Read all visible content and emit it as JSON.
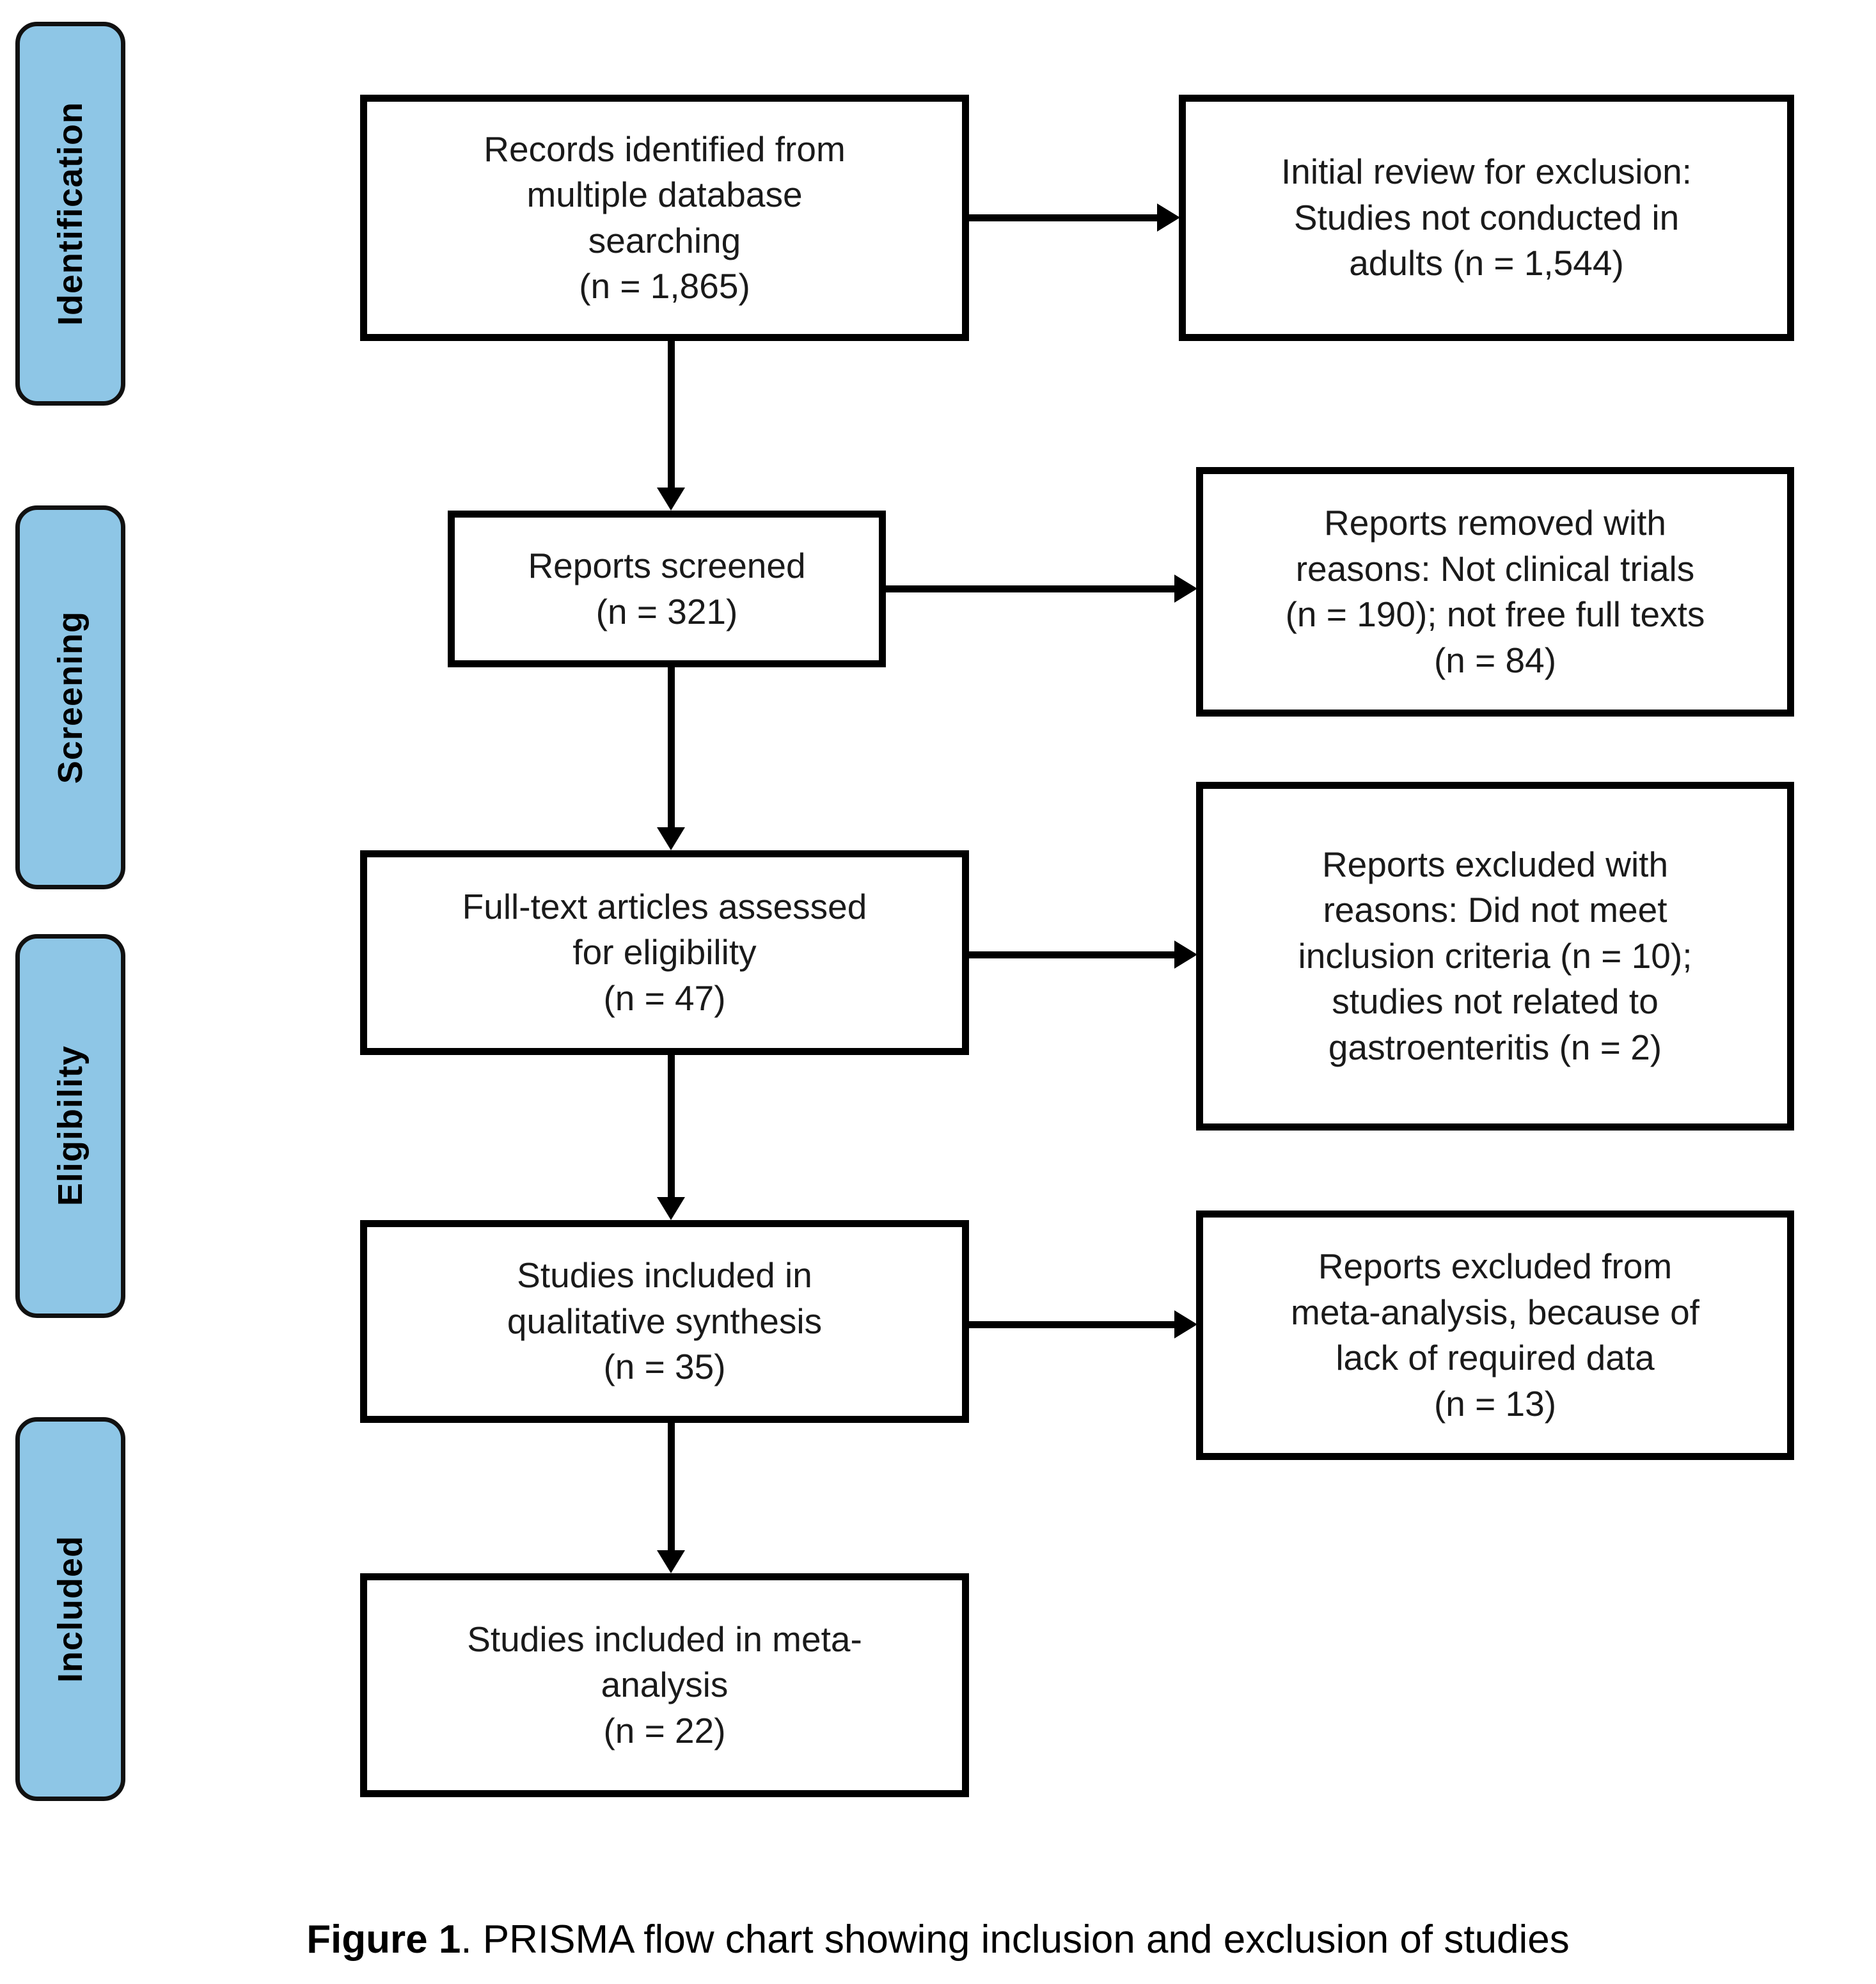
{
  "figure": {
    "caption_label": "Figure 1",
    "caption_rest": ". PRISMA flow chart showing inclusion and exclusion of studies"
  },
  "colors": {
    "stage_tab_fill": "#8ec6e6",
    "stage_tab_border": "#111111",
    "box_border": "#000000",
    "box_fill": "#ffffff",
    "text": "#000000"
  },
  "stages": [
    {
      "id": "identification",
      "label": "Identification"
    },
    {
      "id": "screening",
      "label": "Screening"
    },
    {
      "id": "eligibility",
      "label": "Eligibility"
    },
    {
      "id": "included",
      "label": "Included"
    }
  ],
  "chart_data": {
    "type": "diagram",
    "title": "PRISMA flow chart showing inclusion and exclusion of studies",
    "nodes": [
      {
        "id": "identified",
        "column": "main",
        "stage": "identification",
        "text": "Records identified from\nmultiple database\nsearching\n(n = 1,865)",
        "n": 1865
      },
      {
        "id": "initial-excl",
        "column": "excluded",
        "stage": "identification",
        "text": "Initial review for exclusion:\nStudies not conducted in\nadults (n = 1,544)",
        "n": 1544
      },
      {
        "id": "screened",
        "column": "main",
        "stage": "screening",
        "text": "Reports screened\n(n = 321)",
        "n": 321
      },
      {
        "id": "removed",
        "column": "excluded",
        "stage": "screening",
        "text": "Reports removed with\nreasons: Not clinical trials\n(n = 190); not free full texts\n(n = 84)",
        "n": [
          190,
          84
        ]
      },
      {
        "id": "fulltext",
        "column": "main",
        "stage": "eligibility",
        "text": "Full-text articles assessed\nfor eligibility\n(n = 47)",
        "n": 47
      },
      {
        "id": "excluded-elig",
        "column": "excluded",
        "stage": "eligibility",
        "text": "Reports excluded with\nreasons: Did not meet\ninclusion criteria (n = 10);\nstudies not related to\ngastroenteritis (n = 2)",
        "n": [
          10,
          2
        ]
      },
      {
        "id": "qualitative",
        "column": "main",
        "stage": "included",
        "text": "Studies included in\nqualitative synthesis\n(n = 35)",
        "n": 35
      },
      {
        "id": "excluded-meta",
        "column": "excluded",
        "stage": "included",
        "text": "Reports excluded from\nmeta-analysis, because of\nlack of required data\n(n = 13)",
        "n": 13
      },
      {
        "id": "metaanalysis",
        "column": "main",
        "stage": "included",
        "text": "Studies included in meta-\nanalysis\n(n = 22)",
        "n": 22
      }
    ],
    "edges": [
      {
        "from": "identified",
        "to": "initial-excl",
        "direction": "right"
      },
      {
        "from": "identified",
        "to": "screened",
        "direction": "down"
      },
      {
        "from": "screened",
        "to": "removed",
        "direction": "right"
      },
      {
        "from": "screened",
        "to": "fulltext",
        "direction": "down"
      },
      {
        "from": "fulltext",
        "to": "excluded-elig",
        "direction": "right"
      },
      {
        "from": "fulltext",
        "to": "qualitative",
        "direction": "down"
      },
      {
        "from": "qualitative",
        "to": "excluded-meta",
        "direction": "right"
      },
      {
        "from": "qualitative",
        "to": "metaanalysis",
        "direction": "down"
      }
    ]
  }
}
